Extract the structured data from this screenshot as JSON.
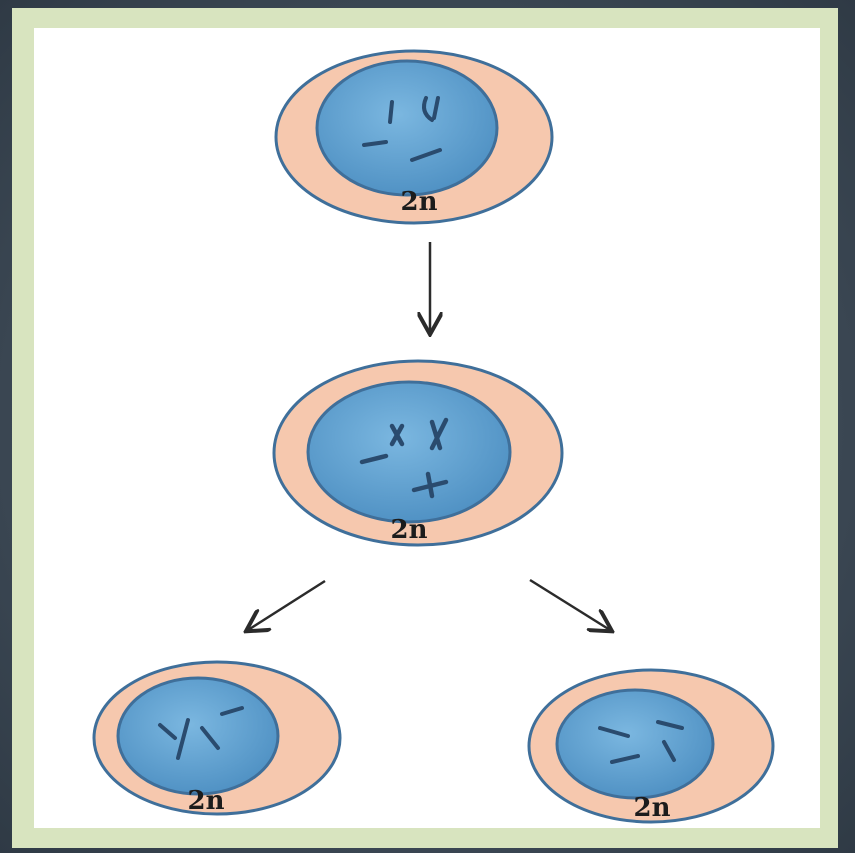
{
  "diagram": {
    "cells": [
      {
        "id": "parent",
        "label": "2n"
      },
      {
        "id": "replicated",
        "label": "2n"
      },
      {
        "id": "daughter-left",
        "label": "2n"
      },
      {
        "id": "daughter-right",
        "label": "2n"
      }
    ]
  },
  "colors": {
    "background": "#3d4a57",
    "frame": "#d8e4bf",
    "panel": "#ffffff",
    "cytoplasm": "#f6c8ae",
    "nucleus": "#5a9ccc",
    "outline": "#3f6f9a",
    "chromosome": "#2a4b6e",
    "arrow": "#2b2b2b"
  }
}
